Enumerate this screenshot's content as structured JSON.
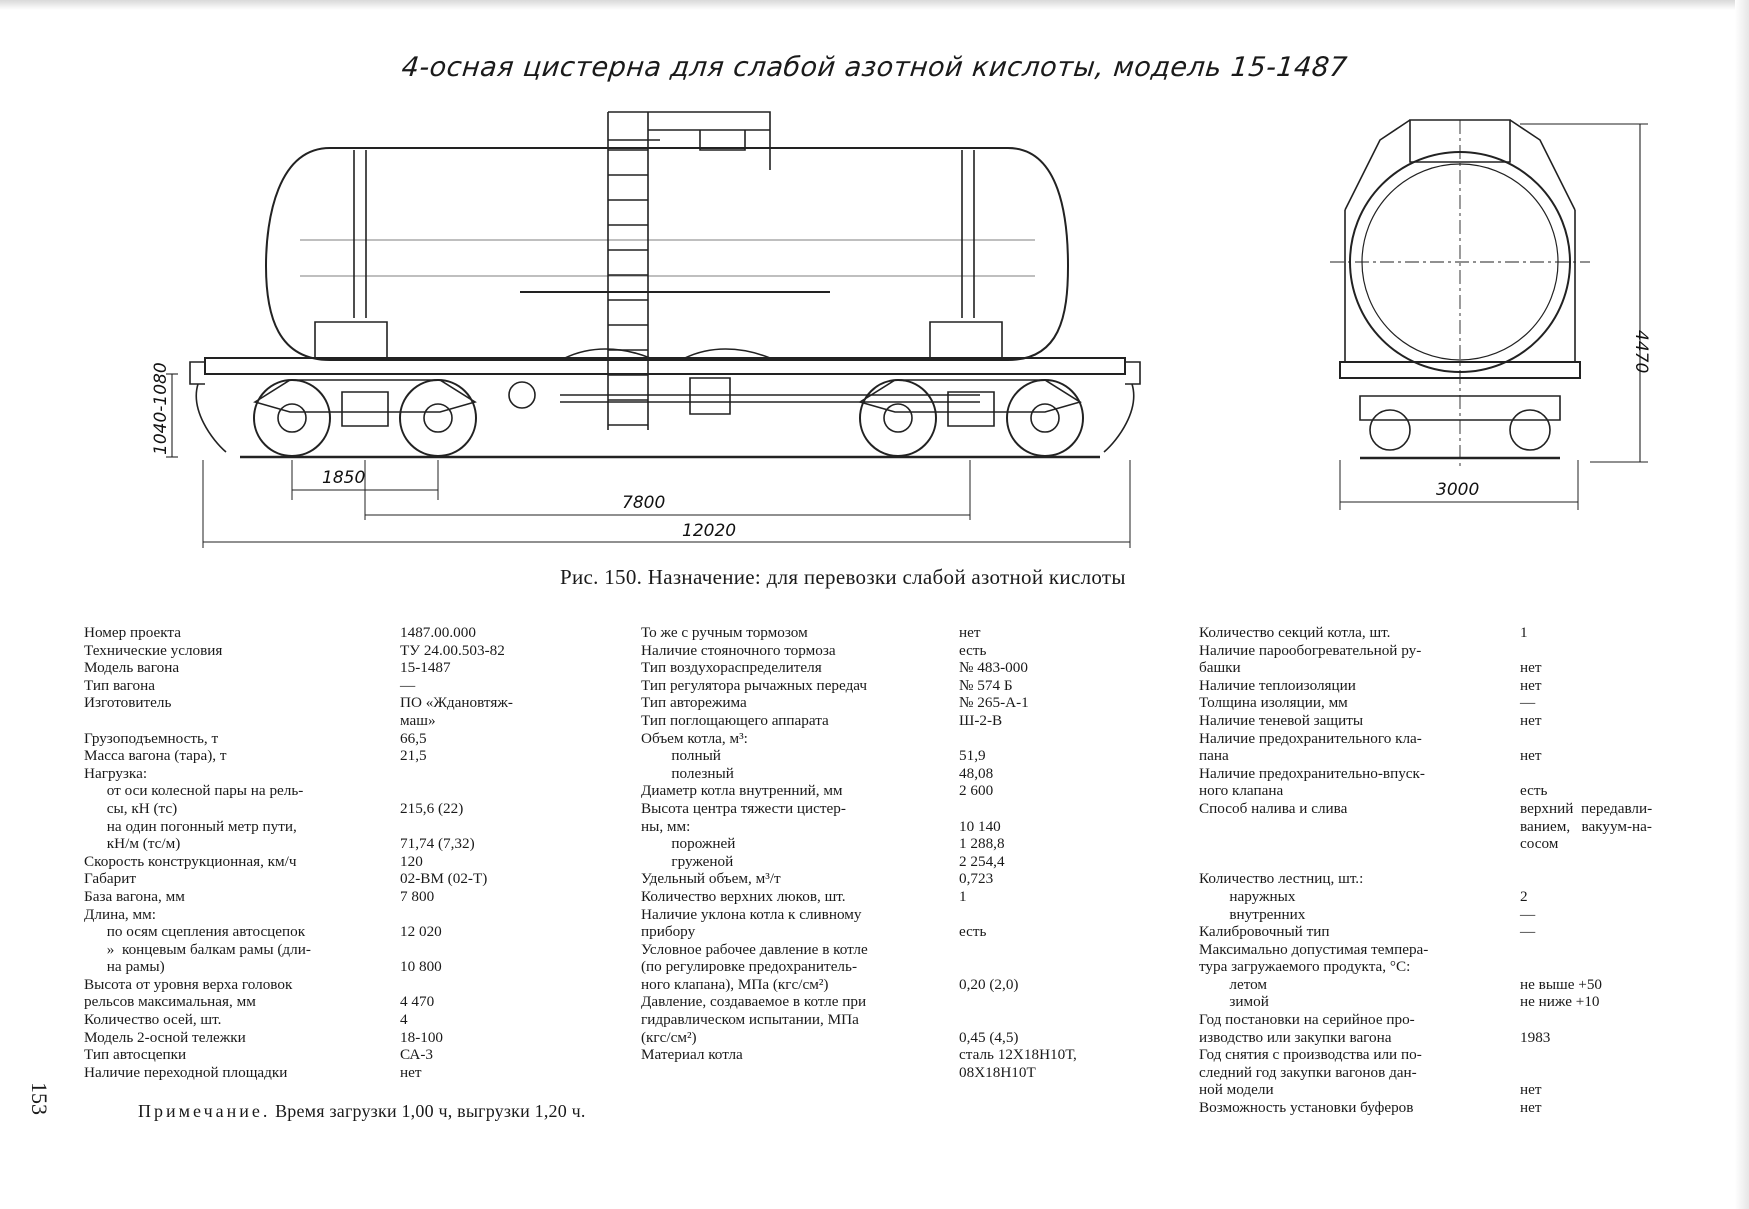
{
  "drawing": {
    "title": "4-осная цистерна для слабой азотной кислоты, модель 15-1487",
    "dimensions": {
      "wheelbase_bogie": "1850",
      "car_base": "7800",
      "coupling_length": "12020",
      "coupler_height": "1040-1080",
      "height": "4470",
      "width": "3000"
    }
  },
  "caption": "Рис. 150. Назначение: для перевозки слабой азотной кислоты",
  "specs": {
    "col1": [
      {
        "label": "Номер проекта",
        "value": "1487.00.000"
      },
      {
        "label": "Технические условия",
        "value": "ТУ 24.00.503-82"
      },
      {
        "label": "Модель вагона",
        "value": "15-1487"
      },
      {
        "label": "Тип вагона",
        "value": "—"
      },
      {
        "label": "Изготовитель",
        "value": "ПО «Ждановтяж-"
      },
      {
        "label": "",
        "value": "маш»"
      },
      {
        "label": "Грузоподъемность, т",
        "value": "66,5"
      },
      {
        "label": "Масса вагона (тара), т",
        "value": "21,5"
      },
      {
        "label": "Нагрузка:",
        "value": ""
      },
      {
        "label": "      от оси колесной пары на рель-",
        "value": ""
      },
      {
        "label": "      сы, кН (тс)",
        "value": "215,6 (22)"
      },
      {
        "label": "      на один погонный метр пути,",
        "value": ""
      },
      {
        "label": "      кН/м (тс/м)",
        "value": "71,74 (7,32)"
      },
      {
        "label": "Скорость конструкционная, км/ч",
        "value": "120"
      },
      {
        "label": "Габарит",
        "value": "02-ВМ (02-Т)"
      },
      {
        "label": "База вагона, мм",
        "value": "7 800"
      },
      {
        "label": "Длина, мм:",
        "value": ""
      },
      {
        "label": "      по осям сцепления автосцепок",
        "value": "12 020"
      },
      {
        "label": "      »  концевым балкам рамы (дли-",
        "value": ""
      },
      {
        "label": "      на рамы)",
        "value": "10 800"
      },
      {
        "label": "Высота от уровня верха головок",
        "value": ""
      },
      {
        "label": "рельсов максимальная, мм",
        "value": "4 470"
      },
      {
        "label": "Количество осей, шт.",
        "value": "4"
      },
      {
        "label": "Модель 2-осной тележки",
        "value": "18-100"
      },
      {
        "label": "Тип автосцепки",
        "value": "СА-3"
      },
      {
        "label": "Наличие переходной площадки",
        "value": "нет"
      }
    ],
    "col2": [
      {
        "label": "То же с ручным тормозом",
        "value": "нет"
      },
      {
        "label": "Наличие стояночного тормоза",
        "value": "есть"
      },
      {
        "label": "Тип воздухораспределителя",
        "value": "№ 483-000"
      },
      {
        "label": "Тип регулятора рычажных передач",
        "value": "№ 574 Б"
      },
      {
        "label": "Тип авторежима",
        "value": "№ 265-А-1"
      },
      {
        "label": "Тип поглощающего аппарата",
        "value": "Ш-2-В"
      },
      {
        "label": "Объем котла, м³:",
        "value": ""
      },
      {
        "label": "        полный",
        "value": "51,9"
      },
      {
        "label": "        полезный",
        "value": "48,08"
      },
      {
        "label": "Диаметр котла внутренний, мм",
        "value": "2 600"
      },
      {
        "label": "Высота центра тяжести цистер-",
        "value": ""
      },
      {
        "label": "ны, мм:",
        "value": "10 140"
      },
      {
        "label": "        порожней",
        "value": "1 288,8"
      },
      {
        "label": "        груженой",
        "value": "2 254,4"
      },
      {
        "label": "Удельный объем, м³/т",
        "value": "0,723"
      },
      {
        "label": "Количество верхних люков, шт.",
        "value": "1"
      },
      {
        "label": "Наличие уклона котла к сливному",
        "value": ""
      },
      {
        "label": "прибору",
        "value": "есть"
      },
      {
        "label": "Условное рабочее давление в котле",
        "value": ""
      },
      {
        "label": "(по регулировке предохранитель-",
        "value": ""
      },
      {
        "label": "ного клапана), МПа (кгс/см²)",
        "value": "0,20 (2,0)"
      },
      {
        "label": "Давление, создаваемое в котле при",
        "value": ""
      },
      {
        "label": "гидравлическом испытании, МПа",
        "value": ""
      },
      {
        "label": "(кгс/см²)",
        "value": "0,45 (4,5)"
      },
      {
        "label": "Материал котла",
        "value": "сталь 12Х18Н10Т,"
      },
      {
        "label": "",
        "value": "08Х18Н10Т"
      }
    ],
    "col3": [
      {
        "label": "Количество секций котла, шт.",
        "value": "1"
      },
      {
        "label": "Наличие парообогревательной ру-",
        "value": ""
      },
      {
        "label": "башки",
        "value": "нет"
      },
      {
        "label": "Наличие теплоизоляции",
        "value": "нет"
      },
      {
        "label": "Толщина изоляции, мм",
        "value": "—"
      },
      {
        "label": "Наличие теневой защиты",
        "value": "нет"
      },
      {
        "label": "Наличие предохранительного кла-",
        "value": ""
      },
      {
        "label": "пана",
        "value": "нет"
      },
      {
        "label": "Наличие предохранительно-впуск-",
        "value": ""
      },
      {
        "label": "ного клапана",
        "value": "есть"
      },
      {
        "label": "Способ налива и слива",
        "value": "верхний  передавли-"
      },
      {
        "label": "",
        "value": "ванием,   вакуум-на-"
      },
      {
        "label": "",
        "value": "сосом"
      },
      {
        "label": "",
        "value": ""
      },
      {
        "label": "Количество лестниц, шт.:",
        "value": ""
      },
      {
        "label": "        наружных",
        "value": "2"
      },
      {
        "label": "        внутренних",
        "value": "—"
      },
      {
        "label": "Калибровочный тип",
        "value": "—"
      },
      {
        "label": "Максимально допустимая темпера-",
        "value": ""
      },
      {
        "label": "тура загружаемого продукта, °С:",
        "value": ""
      },
      {
        "label": "        летом",
        "value": "не выше +50"
      },
      {
        "label": "        зимой",
        "value": "не ниже +10"
      },
      {
        "label": "Год постановки на серийное про-",
        "value": ""
      },
      {
        "label": "изводство или закупки вагона",
        "value": "1983"
      },
      {
        "label": "Год снятия с производства или по-",
        "value": ""
      },
      {
        "label": "следний год закупки вагонов дан-",
        "value": ""
      },
      {
        "label": "ной модели",
        "value": "нет"
      },
      {
        "label": "Возможность установки буферов",
        "value": "нет"
      }
    ]
  },
  "note": {
    "prefix": "Примечание.",
    "text": " Время загрузки 1,00 ч, выгрузки 1,20 ч."
  },
  "page_number": "153"
}
